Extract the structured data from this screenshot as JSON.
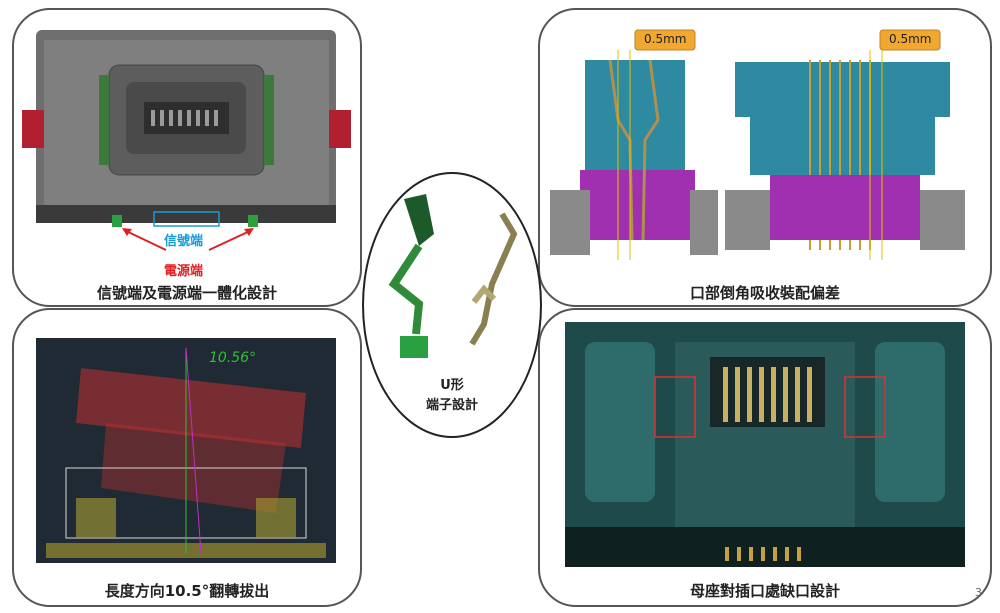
{
  "panels": {
    "top_left": {
      "caption": "信號端及電源端一體化設計",
      "signal_label": "信號端",
      "power_label": "電源端"
    },
    "top_right": {
      "caption": "口部倒角吸收裝配偏差",
      "dim1": "0.5mm",
      "dim2": "0.5mm"
    },
    "center": {
      "label_line1": "U形",
      "label_line2": "端子設計"
    },
    "bottom_left": {
      "caption": "長度方向10.5°翻轉拔出",
      "angle_label": "10.56°"
    },
    "bottom_right": {
      "caption": "母座對插口處缺口設計"
    }
  },
  "page_number": "3",
  "colors": {
    "signal": "#1a9ad6",
    "power": "#e02020",
    "dim_box": "#f0a830"
  }
}
